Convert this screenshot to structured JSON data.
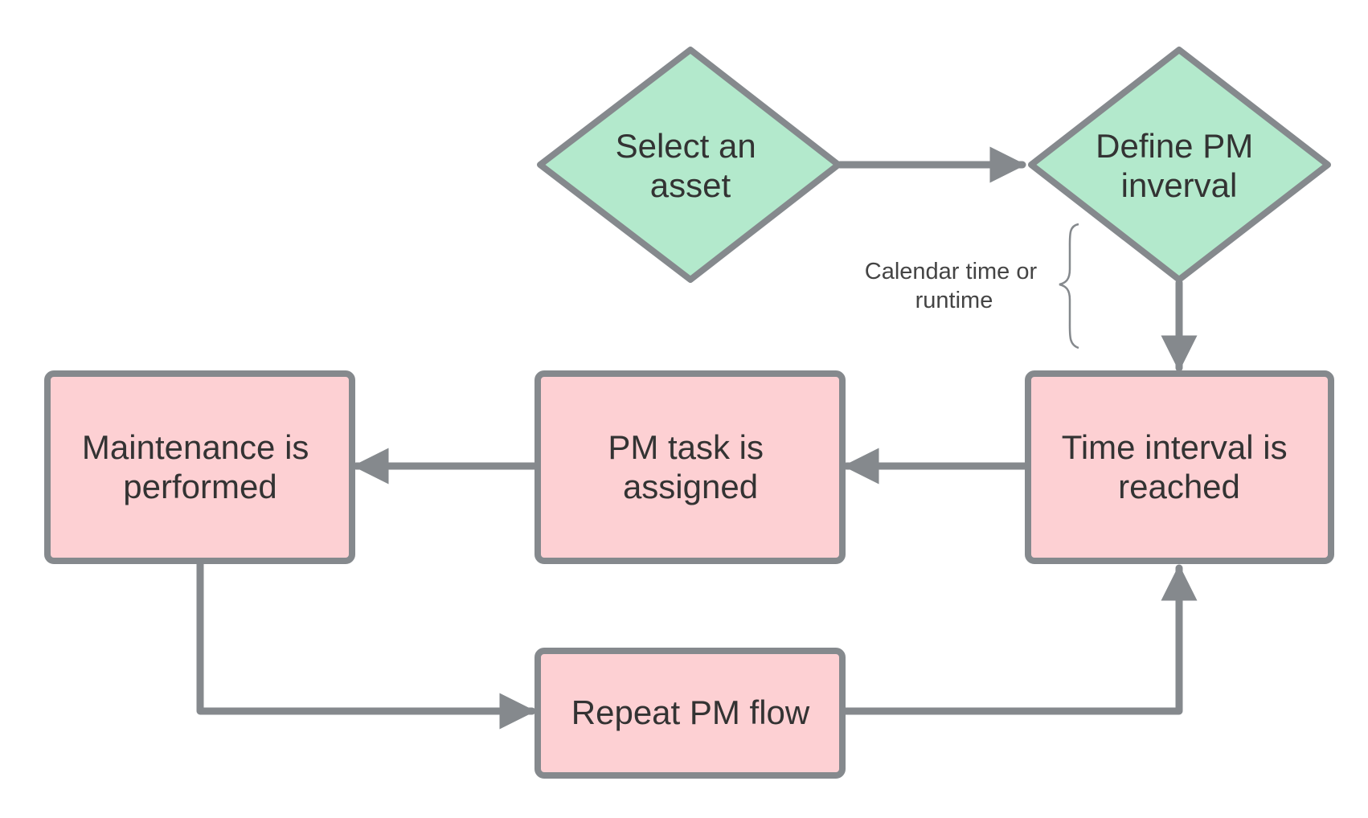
{
  "colors": {
    "decision_fill": "#b3e9cc",
    "process_fill": "#fdd0d3",
    "stroke": "#85898d",
    "text": "#333333"
  },
  "nodes": {
    "select_asset": {
      "lines": [
        "Select an",
        "asset"
      ],
      "shape": "diamond"
    },
    "define_pm": {
      "lines": [
        "Define PM",
        "inverval"
      ],
      "shape": "diamond"
    },
    "time_interval": {
      "lines": [
        "Time interval is",
        "reached"
      ],
      "shape": "rectangle"
    },
    "pm_task": {
      "lines": [
        "PM task is",
        "assigned"
      ],
      "shape": "rectangle"
    },
    "maintenance": {
      "lines": [
        "Maintenance is",
        "performed"
      ],
      "shape": "rectangle"
    },
    "repeat": {
      "lines": [
        "Repeat PM flow"
      ],
      "shape": "rectangle"
    }
  },
  "annotation": {
    "lines": [
      "Calendar time or",
      "runtime"
    ]
  },
  "edges": [
    {
      "from": "select_asset",
      "to": "define_pm"
    },
    {
      "from": "define_pm",
      "to": "time_interval"
    },
    {
      "from": "time_interval",
      "to": "pm_task"
    },
    {
      "from": "pm_task",
      "to": "maintenance"
    },
    {
      "from": "maintenance",
      "to": "repeat"
    },
    {
      "from": "repeat",
      "to": "time_interval"
    }
  ]
}
